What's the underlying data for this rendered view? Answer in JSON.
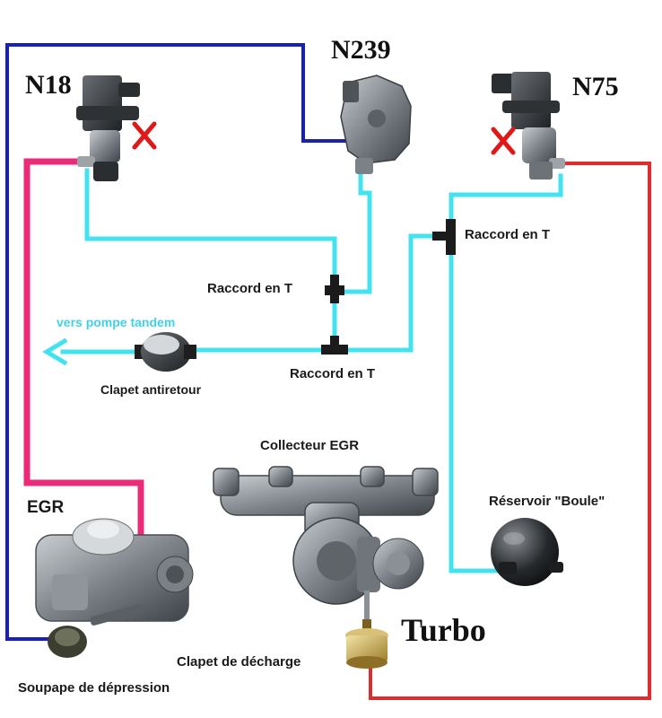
{
  "labels": {
    "n18": "N18",
    "n239": "N239",
    "n75": "N75",
    "raccord_t_left": "Raccord en T",
    "raccord_t_center": "Raccord en T",
    "raccord_t_right": "Raccord en T",
    "vers_pompe_tandem": "vers pompe tandem",
    "clapet_antiretour": "Clapet antiretour",
    "collecteur_egr": "Collecteur EGR",
    "egr": "EGR",
    "reservoir_boule": "Réservoir \"Boule\"",
    "turbo": "Turbo",
    "clapet_decharge": "Clapet de décharge",
    "soupape_depression": "Soupape de dépression"
  },
  "colors": {
    "blue_line": "#1a23a8",
    "cyan_line": "#41e3f0",
    "pink_line": "#ec2a7a",
    "red_line": "#dc2e2e",
    "blocked_mark": "#e01818"
  },
  "icons": {
    "n18": "solenoid-valve-icon",
    "n239": "actuator-valve-icon",
    "n75": "solenoid-valve-icon",
    "blocked": "red-cross-icon",
    "check_valve": "check-valve-icon",
    "egr_valve": "egr-valve-icon",
    "egr_manifold": "exhaust-manifold-icon",
    "turbo": "turbocharger-icon",
    "reservoir": "vacuum-sphere-icon"
  }
}
